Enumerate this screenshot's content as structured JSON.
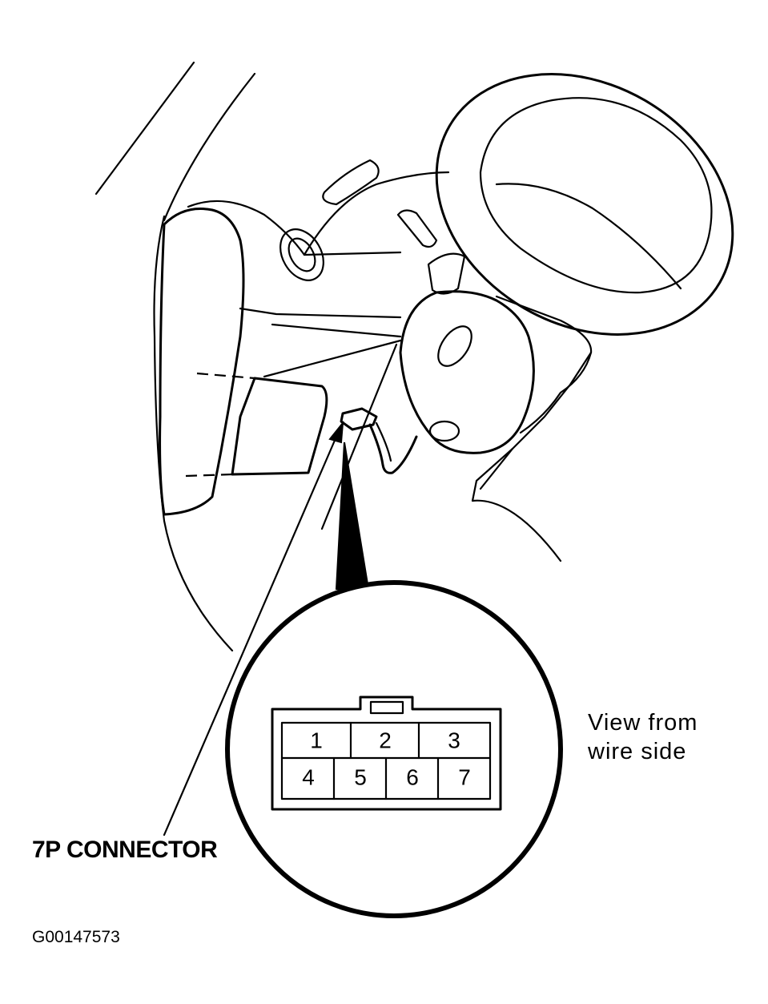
{
  "diagram": {
    "connector_label": "7P CONNECTOR",
    "view_note_line1": "View from",
    "view_note_line2": "wire side",
    "figure_id": "G00147573",
    "pins_top": [
      "1",
      "2",
      "3"
    ],
    "pins_bottom": [
      "4",
      "5",
      "6",
      "7"
    ],
    "colors": {
      "ink": "#000000",
      "background": "#ffffff"
    }
  }
}
